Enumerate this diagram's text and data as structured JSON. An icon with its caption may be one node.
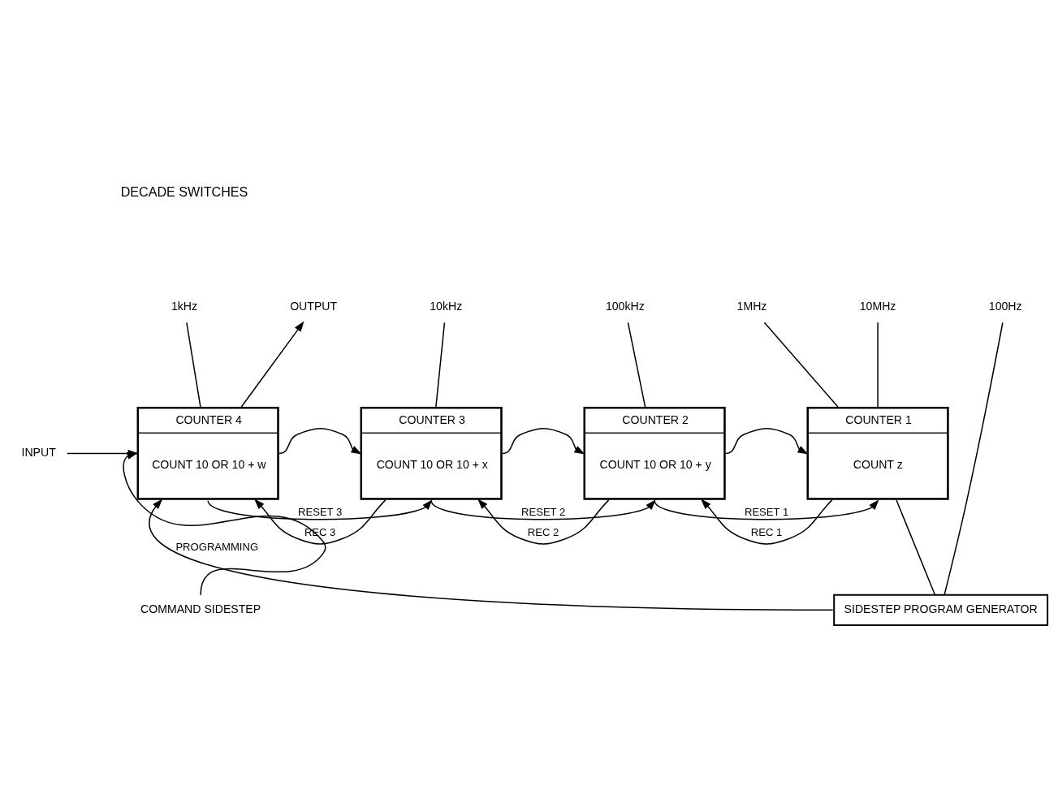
{
  "diagram": {
    "nodes": [
      {
        "text": [
          "1kHz"
        ]
      },
      {
        "text": [
          "10kHz"
        ]
      },
      {
        "text": [
          "100kHz"
        ]
      },
      {
        "text": [
          "1MHz"
        ]
      },
      {
        "text": [
          "10MHz"
        ]
      },
      {
        "text": [
          "100Hz"
        ]
      },
      {
        "text": [
          "OUTPUT"
        ]
      },
      {
        "text": [
          "INPUT"
        ]
      },
      {
        "text": [
          "COUNTER 4",
          "COUNT 10 OR 10 + w"
        ]
      },
      {
        "text": [
          "COUNTER 3",
          "COUNT 10 OR 10 + x"
        ]
      },
      {
        "text": [
          "COUNTER 2",
          "COUNT 10 OR 10 + y"
        ]
      },
      {
        "text": [
          "COUNTER 1",
          "COUNT z"
        ]
      },
      {
        "text": [
          "SIDESTEP PROGRAM GENERATOR"
        ]
      },
      {
        "text": [
          "COMMAND SIDESTEP"
        ]
      }
    ],
    "edges": [
      {
        "from": 0,
        "to": 8,
        "arrow": "none"
      },
      {
        "from": 1,
        "to": 9,
        "arrow": "none"
      },
      {
        "from": 2,
        "to": 10,
        "arrow": "none"
      },
      {
        "from": 3,
        "to": 11,
        "arrow": "none"
      },
      {
        "from": 4,
        "to": 11,
        "arrow": "none"
      },
      {
        "from": 5,
        "to": 12,
        "arrow": "none"
      },
      {
        "from": 8,
        "to": 6,
        "arrow": "to"
      },
      {
        "from": 7,
        "to": 8,
        "arrow": "to"
      },
      {
        "from": 8,
        "to": 9,
        "arrow": "to"
      },
      {
        "from": 9,
        "to": 10,
        "arrow": "to"
      },
      {
        "from": 10,
        "to": 11,
        "arrow": "to"
      },
      {
        "from": 9,
        "to": 8,
        "arrow": "to",
        "label": "REC 3"
      },
      {
        "from": 8,
        "to": 9,
        "arrow": "to",
        "label": "RESET 3"
      },
      {
        "from": 10,
        "to": 9,
        "arrow": "to",
        "label": "REC 2"
      },
      {
        "from": 9,
        "to": 10,
        "arrow": "to",
        "label": "RESET 2"
      },
      {
        "from": 11,
        "to": 10,
        "arrow": "to",
        "label": "REC 1"
      },
      {
        "from": 10,
        "to": 11,
        "arrow": "to",
        "label": "RESET 1"
      },
      {
        "from": 11,
        "to": 12,
        "arrow": "none"
      },
      {
        "from": 12,
        "to": 8,
        "arrow": "to",
        "label": "PROGRAMMING"
      },
      {
        "from": 13,
        "to": 8,
        "arrow": "to"
      }
    ],
    "labels": [
      "DECADE SWITCHES"
    ]
  }
}
